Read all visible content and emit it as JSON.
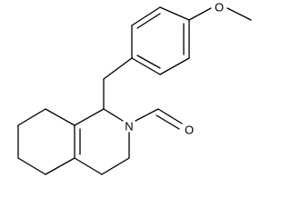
{
  "atoms": {
    "oxygen_methoxy": "O",
    "nitrogen": "N",
    "oxygen_formyl": "O"
  },
  "colors": {
    "bond": "#000000",
    "background": "#ffffff"
  }
}
